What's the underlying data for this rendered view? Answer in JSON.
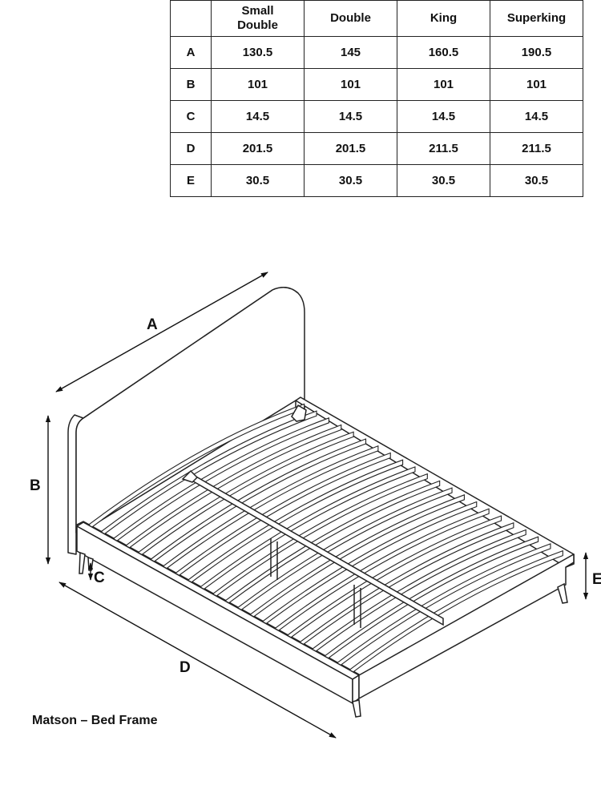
{
  "table": {
    "headers": [
      "",
      "Small\nDouble",
      "Double",
      "King",
      "Superking"
    ],
    "rows": [
      {
        "label": "A",
        "values": [
          "130.5",
          "145",
          "160.5",
          "190.5"
        ]
      },
      {
        "label": "B",
        "values": [
          "101",
          "101",
          "101",
          "101"
        ]
      },
      {
        "label": "C",
        "values": [
          "14.5",
          "14.5",
          "14.5",
          "14.5"
        ]
      },
      {
        "label": "D",
        "values": [
          "201.5",
          "201.5",
          "211.5",
          "211.5"
        ]
      },
      {
        "label": "E",
        "values": [
          "30.5",
          "30.5",
          "30.5",
          "30.5"
        ]
      }
    ]
  },
  "diagram": {
    "labels": {
      "a": "A",
      "b": "B",
      "c": "C",
      "d": "D",
      "e": "E"
    }
  },
  "caption": "Matson – Bed Frame"
}
